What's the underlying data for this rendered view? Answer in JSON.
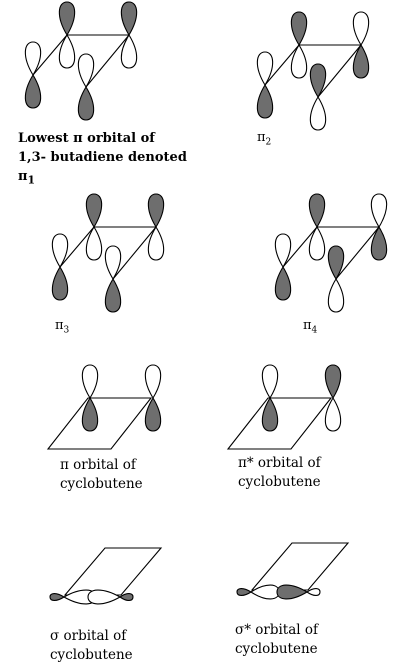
{
  "colors": {
    "shaded": "#6e6e6e",
    "open": "#ffffff",
    "stroke": "#000000"
  },
  "labels": {
    "pi1_line1": "Lowest π orbital of",
    "pi1_line2": "1,3- butadiene denoted",
    "pi1_sym": "π",
    "pi1_sub": "1",
    "pi2_sym": "π",
    "pi2_sub": "2",
    "pi3_sym": "π",
    "pi3_sub": "3",
    "pi4_sym": "π",
    "pi4_sub": "4",
    "cb_pi_line1": "π orbital of",
    "cb_pi_line2": "cyclobutene",
    "cb_pistar_line1": "π* orbital of",
    "cb_pistar_line2": "cyclobutene",
    "cb_sigma_line1": "σ orbital of",
    "cb_sigma_line2": "cyclobutene",
    "cb_sigmastar_line1": "σ* orbital of",
    "cb_sigmastar_line2": "cyclobutene"
  }
}
